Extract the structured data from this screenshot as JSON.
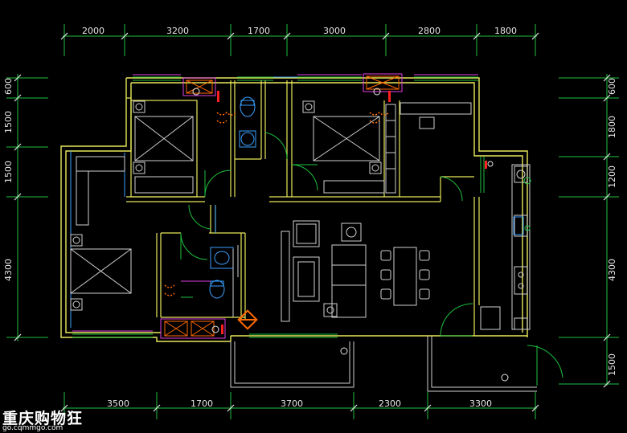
{
  "dims": {
    "top": [
      "2000",
      "3200",
      "1700",
      "3000",
      "2800",
      "1800"
    ],
    "bottom": [
      "3500",
      "1700",
      "3700",
      "2300",
      "3300"
    ],
    "left": [
      "600",
      "1500",
      "1500",
      "4300"
    ],
    "right": [
      "600",
      "1800",
      "1200",
      "4300",
      "1500"
    ]
  },
  "watermark": {
    "title": "重庆购物狂",
    "url": "go.cqmmgo.com"
  },
  "colors": {
    "wall": "#e8e85a",
    "window": "#20c040",
    "furniture": "#d0d0d0",
    "fixture": "#3aa0ff",
    "accent": "#ff6a00",
    "magenta": "#e040e0",
    "dimension": "#20c040"
  }
}
